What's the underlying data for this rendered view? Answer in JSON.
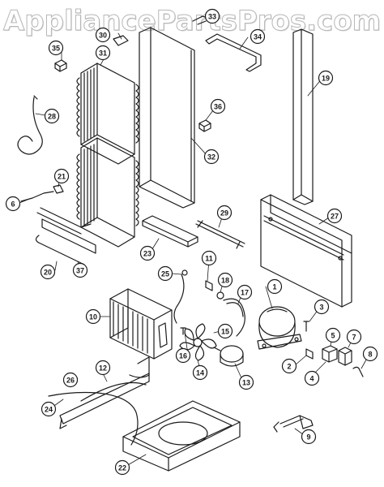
{
  "watermark": "AppliancePartsPros.com",
  "callouts": {
    "c1": "1",
    "c2": "2",
    "c3": "3",
    "c4": "4",
    "c5": "5",
    "c6": "6",
    "c7": "7",
    "c8": "8",
    "c9": "9",
    "c10": "10",
    "c11": "11",
    "c12": "12",
    "c13": "13",
    "c14": "14",
    "c15": "15",
    "c16": "16",
    "c17": "17",
    "c18": "18",
    "c19": "19",
    "c20": "20",
    "c21": "21",
    "c22": "22",
    "c23": "23",
    "c24": "24",
    "c25": "25",
    "c26": "26",
    "c27": "27",
    "c28": "28",
    "c29": "29",
    "c30": "30",
    "c31": "31",
    "c32": "32",
    "c33": "33",
    "c34": "34",
    "c35": "35",
    "c36": "36",
    "c37": "37"
  },
  "colors": {
    "line": "#1a1a1a",
    "bubble_fill": "#ffffff",
    "watermark_stroke": "#b7b7b7"
  }
}
